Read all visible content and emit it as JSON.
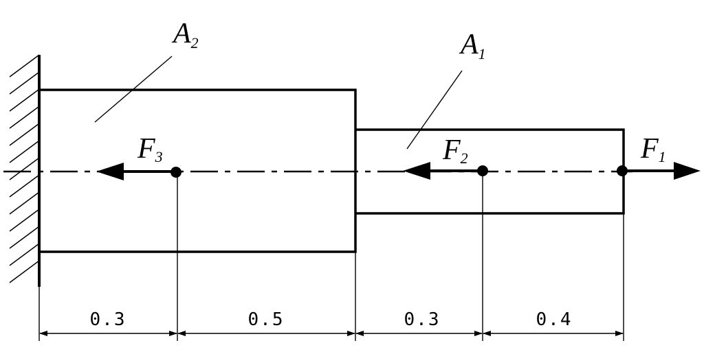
{
  "labels": {
    "A2": {
      "main": "A",
      "sub": "2"
    },
    "A1": {
      "main": "A",
      "sub": "1"
    },
    "F3": {
      "main": "F",
      "sub": "3"
    },
    "F2": {
      "main": "F",
      "sub": "2"
    },
    "F1": {
      "main": "F",
      "sub": "1"
    }
  },
  "dimensions": [
    "0.3",
    "0.5",
    "0.3",
    "0.4"
  ],
  "colors": {
    "ink": "#000000",
    "background": "#ffffff"
  }
}
